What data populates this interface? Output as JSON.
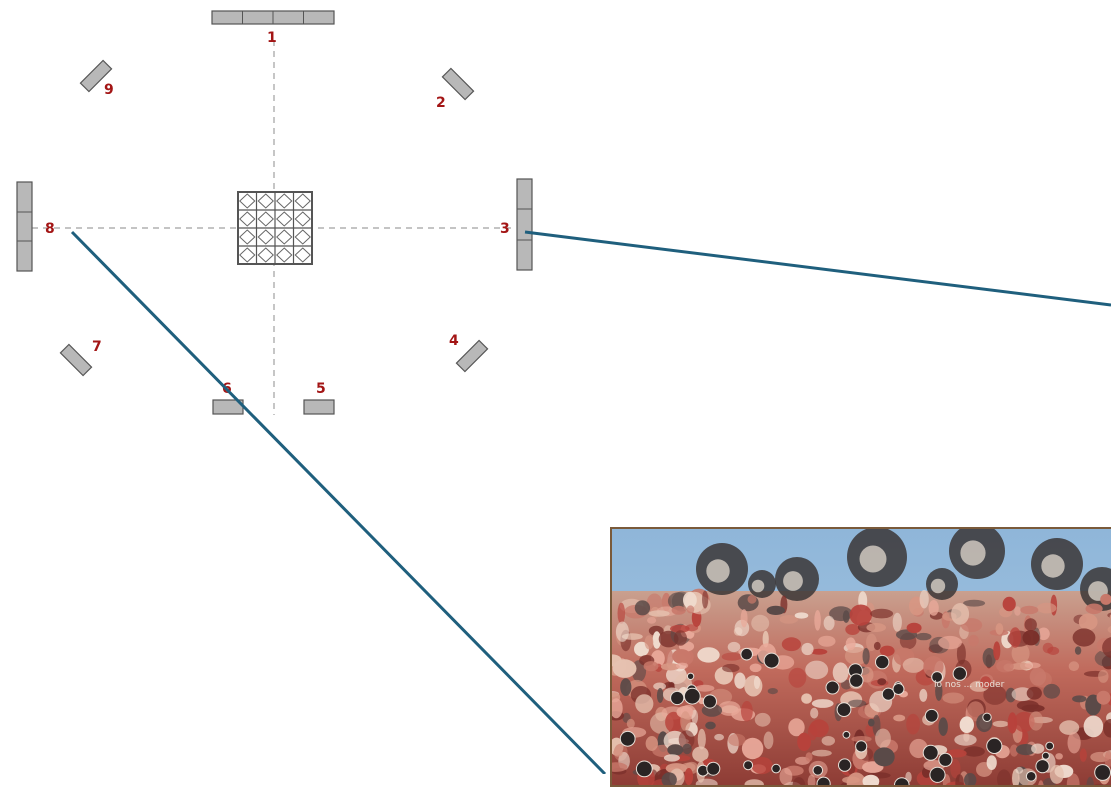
{
  "labels": {
    "p1": "1",
    "p2": "2",
    "p3": "3",
    "p4": "4",
    "p5": "5",
    "p6": "6",
    "p7": "7",
    "p8": "8",
    "p9": "9"
  },
  "painting_text": "lo nos ... moder",
  "colors": {
    "label": "#a31515",
    "panel_fill": "#b8b8b8",
    "panel_stroke": "#555555",
    "guide": "#a0a0a0",
    "connector": "#1f5f7d",
    "sky": "#8fb6d9",
    "crowd_red": "#b8423b",
    "crowd_pink": "#d79683"
  }
}
